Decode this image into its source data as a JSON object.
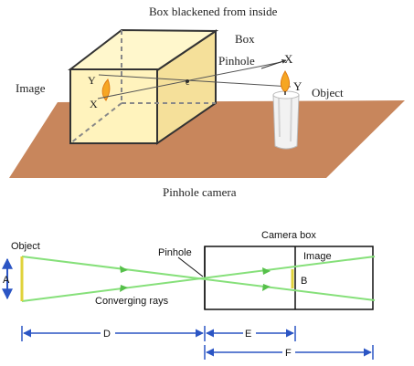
{
  "colors": {
    "table": "#c8865c",
    "box_face": "#fff3bd",
    "box_side": "#f5e09a",
    "box_edge": "#333333",
    "hidden_edge": "#888888",
    "ray_green": "#86e07a",
    "arrow_blue": "#2b55c4",
    "flame": "#f6a623",
    "candle": "#f2f2f2",
    "image_bar": "#e0d23a"
  },
  "top_figure": {
    "title": "Box blackened from inside",
    "box_label": "Box",
    "pinhole_label": "Pinhole",
    "image_label": "Image",
    "object_label": "Object",
    "caption": "Pinhole camera",
    "x_label_object": "X",
    "y_label_object": "Y",
    "x_label_image": "X",
    "y_label_image": "Y",
    "pinhole_center": "c"
  },
  "bottom_figure": {
    "object_label": "Object",
    "pinhole_label": "Pinhole",
    "camera_box_label": "Camera box",
    "image_label": "Image",
    "rays_label": "Converging rays",
    "dim_a": "A",
    "dim_b": "B",
    "dim_d": "D",
    "dim_e": "E",
    "dim_f": "F"
  }
}
